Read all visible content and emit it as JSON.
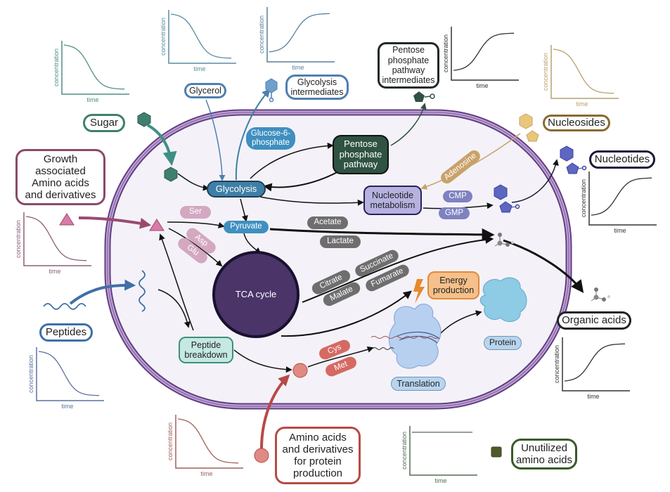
{
  "colors": {
    "cell_fill": "#f4f2f8",
    "membrane": "#8e6aaa",
    "sugar": "#3f7f6e",
    "glycerol": "#4f7fb0",
    "glycolysis": "#3f7fa6",
    "ppp": "#2f5242",
    "nucleotide_metab": "#b6b2e0",
    "nucleotide_border": "#26225a",
    "adenosine": "#c8a26a",
    "cmp_gmp": "#7f82c0",
    "nucleoside": "#e8c878",
    "nucleotide": "#5d66c0",
    "tca": "#4a3468",
    "organic_pill": "#6e6e6e",
    "growth_aa": "#8a4a6a",
    "growth_aa_pill": "#d3a8c0",
    "triangle": "#d97aa8",
    "peptide": "#3f6fa8",
    "peptide_breakdown": "#c6e8e2",
    "peptide_breakdown_border": "#3f8f7e",
    "protein_aa": "#b84a46",
    "protein_aa_pill": "#d46a62",
    "energy": "#f6c08a",
    "energy_border": "#e08a3a",
    "translation": "#b8d4ee",
    "protein": "#8ecbe4",
    "unutilized": "#3a5a2a",
    "unutilized_square": "#4f5a2a"
  },
  "external_labels": {
    "sugar": "Sugar",
    "glycerol": "Glycerol",
    "glycolysis_intermediates": [
      "Glycolysis",
      "intermediates"
    ],
    "ppp_intermediates": [
      "Pentose",
      "phosphate",
      "pathway",
      "intermediates"
    ],
    "nucleosides": "Nucleosides",
    "nucleotides": "Nucleotides",
    "growth_aa": [
      "Growth",
      "associated",
      "Amino acids",
      "and derivatives"
    ],
    "peptides": "Peptides",
    "organic_acids": "Organic acids",
    "protein_aa": [
      "Amino acids",
      "and derivatives",
      "for protein",
      "production"
    ],
    "unutilized": [
      "Unutilized",
      "amino acids"
    ]
  },
  "internal_nodes": {
    "glycolysis": "Glycolysis",
    "g6p": [
      "Glucose-6-",
      "phosphate"
    ],
    "ppp": [
      "Pentose",
      "phosphate",
      "pathway"
    ],
    "nucleotide_metabolism": [
      "Nucleotide",
      "metabolism"
    ],
    "pyruvate": "Pyruvate",
    "tca": "TCA cycle",
    "peptide_breakdown": [
      "Peptide",
      "breakdown"
    ],
    "energy": [
      "Energy",
      "production"
    ],
    "translation": "Translation",
    "protein": "Protein"
  },
  "pills": {
    "ser": "Ser",
    "asp": "Asp",
    "glu": "Glu",
    "acetate": "Acetate",
    "lactate": "Lactate",
    "citrate": "Citrate",
    "succinate": "Succinate",
    "malate": "Malate",
    "fumarate": "Fumarate",
    "adenosine": "Adenosine",
    "cmp": "CMP",
    "gmp": "GMP",
    "cys": "Cys",
    "met": "Met"
  },
  "axis_labels": {
    "y": "concentration",
    "x": "time"
  },
  "chart_data": [
    {
      "type": "line",
      "name": "Sugar",
      "trend": "decreasing",
      "color": "#4f8f84",
      "xlabel": "time",
      "ylabel": "concentration",
      "x": [
        0,
        0.2,
        0.4,
        0.6,
        0.8,
        1
      ],
      "y": [
        1.0,
        0.92,
        0.45,
        0.18,
        0.08,
        0.05
      ]
    },
    {
      "type": "line",
      "name": "Glycerol",
      "trend": "decreasing",
      "color": "#5a8ca0",
      "xlabel": "time",
      "ylabel": "concentration",
      "x": [
        0,
        0.2,
        0.4,
        0.6,
        0.8,
        1
      ],
      "y": [
        1.0,
        0.92,
        0.45,
        0.18,
        0.08,
        0.05
      ]
    },
    {
      "type": "line",
      "name": "Glycolysis intermediates",
      "trend": "increasing",
      "color": "#5a7f9a",
      "xlabel": "time",
      "ylabel": "concentration",
      "x": [
        0,
        0.2,
        0.4,
        0.6,
        0.8,
        1
      ],
      "y": [
        0.15,
        0.2,
        0.5,
        0.8,
        0.92,
        0.95
      ]
    },
    {
      "type": "line",
      "name": "Pentose phosphate pathway intermediates",
      "trend": "increasing",
      "color": "#333333",
      "xlabel": "time",
      "ylabel": "concentration",
      "x": [
        0,
        0.2,
        0.4,
        0.6,
        0.8,
        1
      ],
      "y": [
        0.15,
        0.2,
        0.5,
        0.8,
        0.92,
        0.95
      ]
    },
    {
      "type": "line",
      "name": "Nucleosides",
      "trend": "decreasing",
      "color": "#b8a070",
      "xlabel": "time",
      "ylabel": "concentration",
      "x": [
        0,
        0.2,
        0.4,
        0.6,
        0.8,
        1
      ],
      "y": [
        1.0,
        0.92,
        0.45,
        0.18,
        0.08,
        0.05
      ]
    },
    {
      "type": "line",
      "name": "Nucleotides",
      "trend": "increasing",
      "color": "#333333",
      "xlabel": "time",
      "ylabel": "concentration",
      "x": [
        0,
        0.2,
        0.4,
        0.6,
        0.8,
        1
      ],
      "y": [
        0.15,
        0.2,
        0.5,
        0.8,
        0.92,
        0.95
      ]
    },
    {
      "type": "line",
      "name": "Growth associated Amino acids and derivatives",
      "trend": "decreasing",
      "color": "#8a6078",
      "xlabel": "time",
      "ylabel": "concentration",
      "x": [
        0,
        0.2,
        0.4,
        0.6,
        0.8,
        1
      ],
      "y": [
        1.0,
        0.92,
        0.45,
        0.18,
        0.08,
        0.05
      ]
    },
    {
      "type": "line",
      "name": "Peptides",
      "trend": "decreasing",
      "color": "#5a72a0",
      "xlabel": "time",
      "ylabel": "concentration",
      "x": [
        0,
        0.2,
        0.4,
        0.6,
        0.8,
        1
      ],
      "y": [
        1.0,
        0.92,
        0.45,
        0.18,
        0.08,
        0.05
      ]
    },
    {
      "type": "line",
      "name": "Organic acids",
      "trend": "increasing",
      "color": "#333333",
      "xlabel": "time",
      "ylabel": "concentration",
      "x": [
        0,
        0.2,
        0.4,
        0.6,
        0.8,
        1
      ],
      "y": [
        0.15,
        0.2,
        0.5,
        0.8,
        0.92,
        0.95
      ]
    },
    {
      "type": "line",
      "name": "Amino acids and derivatives for protein production",
      "trend": "decreasing",
      "color": "#a0605a",
      "xlabel": "time",
      "ylabel": "concentration",
      "x": [
        0,
        0.2,
        0.4,
        0.6,
        0.8,
        1
      ],
      "y": [
        1.0,
        0.92,
        0.45,
        0.18,
        0.08,
        0.05
      ]
    },
    {
      "type": "line",
      "name": "Unutilized amino acids",
      "trend": "constant",
      "color": "#556b55",
      "xlabel": "time",
      "ylabel": "concentration",
      "x": [
        0,
        1
      ],
      "y": [
        0.95,
        0.95
      ]
    }
  ]
}
